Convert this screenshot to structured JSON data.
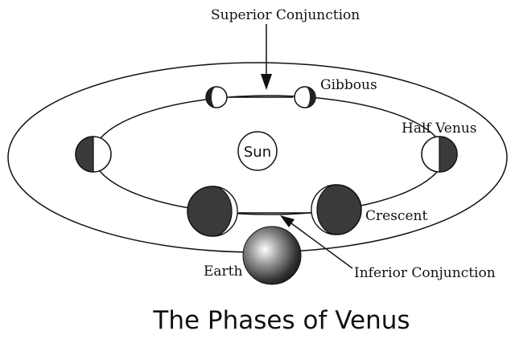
{
  "labels": {
    "superior_conjunction": "Superior Conjunction",
    "gibbous": "Gibbous",
    "half_venus": "Half Venus",
    "sun": "Sun",
    "crescent": "Crescent",
    "earth": "Earth",
    "inferior_conjunction": "Inferior Conjunction"
  },
  "title": "The Phases of Venus",
  "colors": {
    "ink": "#111111",
    "background": "#ffffff"
  }
}
